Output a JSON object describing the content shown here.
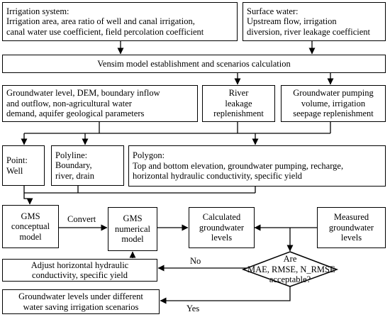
{
  "nodes": {
    "irrigation_system": [
      "Irrigation system:",
      "Irrigation area, area ratio of well and canal irrigation,",
      "canal water use coefficient, field percolation coefficient"
    ],
    "surface_water": [
      "Surface water:",
      "Upstream flow, irrigation",
      "diversion, river leakage coefficient"
    ],
    "vensim": [
      "Vensim model establishment and scenarios calculation"
    ],
    "groundwater_inputs": [
      "Groundwater level, DEM, boundary inflow",
      "and outflow, non-agricultural water",
      "demand, aquifer geological parameters"
    ],
    "river_leakage": [
      "River",
      "leakage",
      "replenishment"
    ],
    "pumping_volume": [
      "Groundwater pumping",
      "volume, irrigation",
      "seepage replenishment"
    ],
    "point": [
      "Point:",
      "Well"
    ],
    "polyline": [
      "Polyline:",
      "Boundary,",
      "river, drain"
    ],
    "polygon": [
      "Polygon:",
      "Top and bottom elevation, groundwater pumping, recharge,",
      "horizontal hydraulic conductivity, specific yield"
    ],
    "gms_conceptual": [
      "GMS",
      "conceptual",
      "model"
    ],
    "gms_numerical": [
      "GMS",
      "numerical",
      "model"
    ],
    "calculated_levels": [
      "Calculated",
      "groundwater",
      "levels"
    ],
    "measured_levels": [
      "Measured",
      "groundwater",
      "levels"
    ],
    "adjust_params": [
      "Adjust horizontal hydraulic",
      "conductivity, specific yield"
    ],
    "scenario_levels": [
      "Groundwater levels under different",
      "water saving irrigation scenarios"
    ],
    "decision": [
      "Are",
      "MAE, RMSE, N_RMSE",
      "acceptable?"
    ]
  },
  "labels": {
    "convert": "Convert",
    "no": "No",
    "yes": "Yes"
  }
}
